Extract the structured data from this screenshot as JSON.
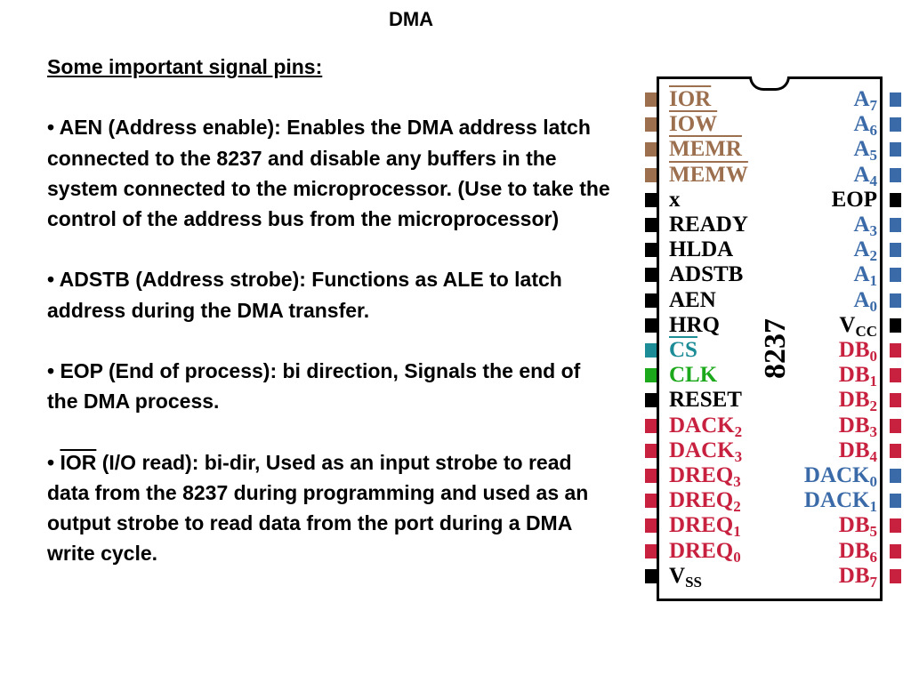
{
  "title": "DMA",
  "section_heading": "Some important signal pins:",
  "bullets": [
    {
      "prefix": "• ",
      "term": "",
      "text": "AEN (Address enable): Enables the DMA address latch connected to the 8237 and disable any buffers in the system connected to the microprocessor. (Use to take the control of the address bus from the microprocessor)"
    },
    {
      "prefix": "• ",
      "term": "",
      "text": "ADSTB (Address strobe): Functions as ALE to latch address during the DMA transfer."
    },
    {
      "prefix": "• ",
      "term": "",
      "text": "EOP (End of process): bi direction, Signals the end of the DMA process."
    },
    {
      "prefix": "• ",
      "term": "IOR",
      "text": " (I/O read): bi-dir, Used as an input strobe to read data from the 8237 during programming and used as an output strobe to read data from the port during a DMA write cycle."
    }
  ],
  "chip": {
    "name": "8237",
    "left_pins": [
      {
        "label": "IOR",
        "sub": "",
        "overline": true,
        "color": "#9c6f4e"
      },
      {
        "label": "IOW",
        "sub": "",
        "overline": true,
        "color": "#9c6f4e"
      },
      {
        "label": "MEMR",
        "sub": "",
        "overline": true,
        "color": "#9c6f4e"
      },
      {
        "label": "MEMW",
        "sub": "",
        "overline": true,
        "color": "#9c6f4e"
      },
      {
        "label": "x",
        "sub": "",
        "overline": false,
        "color": "#000000"
      },
      {
        "label": "READY",
        "sub": "",
        "overline": false,
        "color": "#000000"
      },
      {
        "label": "HLDA",
        "sub": "",
        "overline": false,
        "color": "#000000"
      },
      {
        "label": "ADSTB",
        "sub": "",
        "overline": false,
        "color": "#000000"
      },
      {
        "label": "AEN",
        "sub": "",
        "overline": false,
        "color": "#000000"
      },
      {
        "label": "HRQ",
        "sub": "",
        "overline": false,
        "color": "#000000"
      },
      {
        "label": "CS",
        "sub": "",
        "overline": true,
        "color": "#1c8c96"
      },
      {
        "label": "CLK",
        "sub": "",
        "overline": false,
        "color": "#1ba81b"
      },
      {
        "label": "RESET",
        "sub": "",
        "overline": false,
        "color": "#000000"
      },
      {
        "label": "DACK",
        "sub": "2",
        "overline": false,
        "color": "#c8213f"
      },
      {
        "label": "DACK",
        "sub": "3",
        "overline": false,
        "color": "#c8213f"
      },
      {
        "label": "DREQ",
        "sub": "3",
        "overline": false,
        "color": "#c8213f"
      },
      {
        "label": "DREQ",
        "sub": "2",
        "overline": false,
        "color": "#c8213f"
      },
      {
        "label": "DREQ",
        "sub": "1",
        "overline": false,
        "color": "#c8213f"
      },
      {
        "label": "DREQ",
        "sub": "0",
        "overline": false,
        "color": "#c8213f"
      },
      {
        "label": "V",
        "sub": "SS",
        "overline": false,
        "color": "#000000"
      }
    ],
    "right_pins": [
      {
        "label": "A",
        "sub": "7",
        "overline": false,
        "color": "#3a6aa8"
      },
      {
        "label": "A",
        "sub": "6",
        "overline": false,
        "color": "#3a6aa8"
      },
      {
        "label": "A",
        "sub": "5",
        "overline": false,
        "color": "#3a6aa8"
      },
      {
        "label": "A",
        "sub": "4",
        "overline": false,
        "color": "#3a6aa8"
      },
      {
        "label": "EOP",
        "sub": "",
        "overline": false,
        "color": "#000000"
      },
      {
        "label": "A",
        "sub": "3",
        "overline": false,
        "color": "#3a6aa8"
      },
      {
        "label": "A",
        "sub": "2",
        "overline": false,
        "color": "#3a6aa8"
      },
      {
        "label": "A",
        "sub": "1",
        "overline": false,
        "color": "#3a6aa8"
      },
      {
        "label": "A",
        "sub": "0",
        "overline": false,
        "color": "#3a6aa8"
      },
      {
        "label": "V",
        "sub": "CC",
        "overline": false,
        "color": "#000000"
      },
      {
        "label": "DB",
        "sub": "0",
        "overline": false,
        "color": "#c8213f"
      },
      {
        "label": "DB",
        "sub": "1",
        "overline": false,
        "color": "#c8213f"
      },
      {
        "label": "DB",
        "sub": "2",
        "overline": false,
        "color": "#c8213f"
      },
      {
        "label": "DB",
        "sub": "3",
        "overline": false,
        "color": "#c8213f"
      },
      {
        "label": "DB",
        "sub": "4",
        "overline": false,
        "color": "#c8213f"
      },
      {
        "label": "DACK",
        "sub": "0",
        "overline": false,
        "color": "#3a6aa8"
      },
      {
        "label": "DACK",
        "sub": "1",
        "overline": false,
        "color": "#3a6aa8"
      },
      {
        "label": "DB",
        "sub": "5",
        "overline": false,
        "color": "#c8213f"
      },
      {
        "label": "DB",
        "sub": "6",
        "overline": false,
        "color": "#c8213f"
      },
      {
        "label": "DB",
        "sub": "7",
        "overline": false,
        "color": "#c8213f"
      }
    ]
  }
}
